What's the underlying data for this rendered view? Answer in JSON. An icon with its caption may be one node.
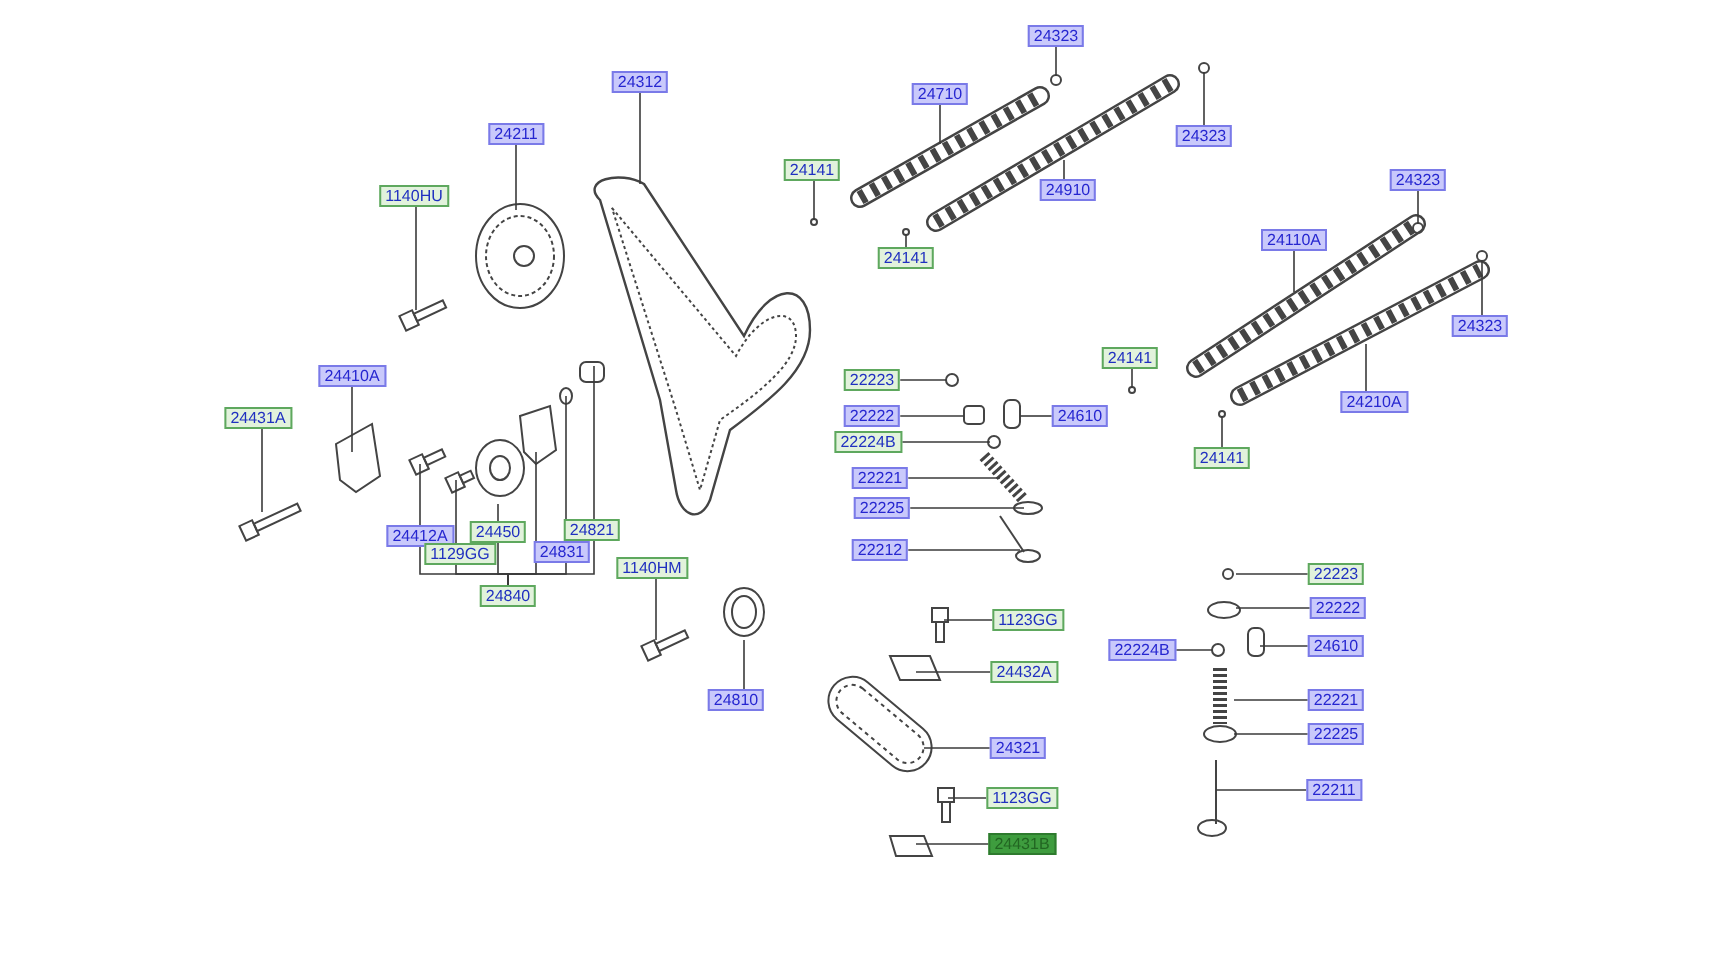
{
  "diagram": {
    "nodes": [
      {
        "text": [
          "24312"
        ]
      },
      {
        "text": [
          "24211"
        ]
      },
      {
        "text": [
          "1140HU"
        ]
      },
      {
        "text": [
          "24410A"
        ]
      },
      {
        "text": [
          "24431A"
        ]
      },
      {
        "text": [
          "24412A"
        ]
      },
      {
        "text": [
          "24450"
        ]
      },
      {
        "text": [
          "1129GG"
        ]
      },
      {
        "text": [
          "24821"
        ]
      },
      {
        "text": [
          "24831"
        ]
      },
      {
        "text": [
          "24840"
        ]
      },
      {
        "text": [
          "1140HM"
        ]
      },
      {
        "text": [
          "24810"
        ]
      },
      {
        "text": [
          "24141"
        ]
      },
      {
        "text": [
          "24323"
        ]
      },
      {
        "text": [
          "24710"
        ]
      },
      {
        "text": [
          "24323"
        ]
      },
      {
        "text": [
          "24910"
        ]
      },
      {
        "text": [
          "24141"
        ]
      },
      {
        "text": [
          "24323"
        ]
      },
      {
        "text": [
          "24110A"
        ]
      },
      {
        "text": [
          "24141"
        ]
      },
      {
        "text": [
          "24323"
        ]
      },
      {
        "text": [
          "24210A"
        ]
      },
      {
        "text": [
          "24141"
        ]
      },
      {
        "text": [
          "22223"
        ]
      },
      {
        "text": [
          "22222"
        ]
      },
      {
        "text": [
          "22224B"
        ]
      },
      {
        "text": [
          "24610"
        ]
      },
      {
        "text": [
          "22221"
        ]
      },
      {
        "text": [
          "22225"
        ]
      },
      {
        "text": [
          "22212"
        ]
      },
      {
        "text": [
          "1123GG"
        ]
      },
      {
        "text": [
          "24432A"
        ]
      },
      {
        "text": [
          "24321"
        ]
      },
      {
        "text": [
          "1123GG"
        ]
      },
      {
        "text": [
          "24431B"
        ]
      },
      {
        "text": [
          "22223"
        ]
      },
      {
        "text": [
          "22222"
        ]
      },
      {
        "text": [
          "22224B"
        ]
      },
      {
        "text": [
          "24610"
        ]
      },
      {
        "text": [
          "22221"
        ]
      },
      {
        "text": [
          "22225"
        ]
      },
      {
        "text": [
          "22211"
        ]
      }
    ],
    "edges": [
      {
        "from": 0,
        "to": null,
        "arrow": "none"
      },
      {
        "from": 1,
        "to": null,
        "arrow": "none"
      },
      {
        "from": 2,
        "to": null,
        "arrow": "none"
      },
      {
        "from": 3,
        "to": null,
        "arrow": "none"
      },
      {
        "from": 4,
        "to": null,
        "arrow": "none"
      },
      {
        "from": 5,
        "to": null,
        "arrow": "none"
      },
      {
        "from": 6,
        "to": null,
        "arrow": "none"
      },
      {
        "from": 7,
        "to": null,
        "arrow": "none"
      },
      {
        "from": 8,
        "to": null,
        "arrow": "none"
      },
      {
        "from": 9,
        "to": null,
        "arrow": "none"
      },
      {
        "from": 10,
        "to": 5,
        "arrow": "none"
      },
      {
        "from": 10,
        "to": 7,
        "arrow": "none"
      },
      {
        "from": 10,
        "to": 6,
        "arrow": "none"
      },
      {
        "from": 10,
        "to": null,
        "arrow": "none"
      },
      {
        "from": 10,
        "to": 9,
        "arrow": "none"
      },
      {
        "from": 10,
        "to": 8,
        "arrow": "none"
      },
      {
        "from": 11,
        "to": null,
        "arrow": "none"
      },
      {
        "from": 12,
        "to": null,
        "arrow": "none"
      },
      {
        "from": 13,
        "to": null,
        "arrow": "none"
      },
      {
        "from": 14,
        "to": null,
        "arrow": "none"
      },
      {
        "from": 15,
        "to": null,
        "arrow": "none"
      },
      {
        "from": 16,
        "to": null,
        "arrow": "none"
      },
      {
        "from": 17,
        "to": null,
        "arrow": "none"
      },
      {
        "from": 18,
        "to": null,
        "arrow": "none"
      },
      {
        "from": 19,
        "to": null,
        "arrow": "none"
      },
      {
        "from": 20,
        "to": null,
        "arrow": "none"
      },
      {
        "from": 21,
        "to": null,
        "arrow": "none"
      },
      {
        "from": 22,
        "to": null,
        "arrow": "none"
      },
      {
        "from": 23,
        "to": null,
        "arrow": "none"
      },
      {
        "from": 24,
        "to": null,
        "arrow": "none"
      },
      {
        "from": 25,
        "to": null,
        "arrow": "none"
      },
      {
        "from": 26,
        "to": null,
        "arrow": "none"
      },
      {
        "from": 27,
        "to": null,
        "arrow": "none"
      },
      {
        "from": 28,
        "to": null,
        "arrow": "none"
      },
      {
        "from": 29,
        "to": null,
        "arrow": "none"
      },
      {
        "from": 30,
        "to": null,
        "arrow": "none"
      },
      {
        "from": 31,
        "to": null,
        "arrow": "none"
      },
      {
        "from": 32,
        "to": null,
        "arrow": "none"
      },
      {
        "from": 33,
        "to": null,
        "arrow": "none"
      },
      {
        "from": 34,
        "to": null,
        "arrow": "none"
      },
      {
        "from": 35,
        "to": null,
        "arrow": "none"
      },
      {
        "from": 36,
        "to": null,
        "arrow": "none"
      },
      {
        "from": 37,
        "to": null,
        "arrow": "none"
      },
      {
        "from": 38,
        "to": null,
        "arrow": "none"
      },
      {
        "from": 39,
        "to": null,
        "arrow": "none"
      },
      {
        "from": 40,
        "to": null,
        "arrow": "none"
      },
      {
        "from": 41,
        "to": null,
        "arrow": "none"
      },
      {
        "from": 42,
        "to": null,
        "arrow": "none"
      },
      {
        "from": 43,
        "to": null,
        "arrow": "none"
      }
    ]
  }
}
